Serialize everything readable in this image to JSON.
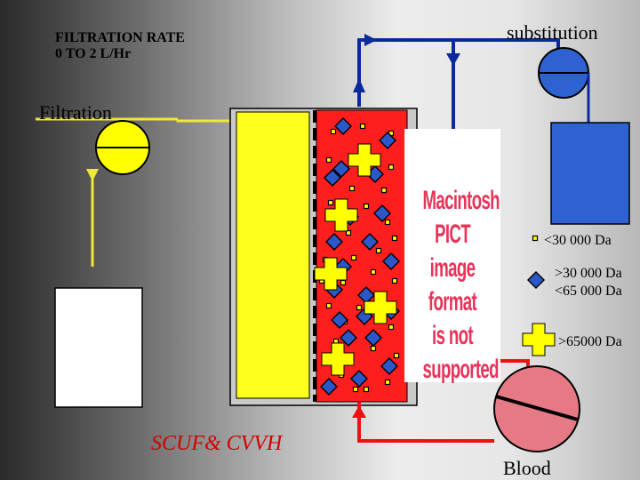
{
  "labels": {
    "rate_line1": "FILTRATION RATE",
    "rate_line2": "0 TO 2 L/Hr",
    "substitution": "substitution",
    "filtration": "Filtration",
    "title": "SCUF& CVVH",
    "blood": "Blood"
  },
  "legend": {
    "small": "<30 000 Da",
    "medium_line1": ">30 000 Da",
    "medium_line2": "<65 000 Da",
    "large": ">65000 Da"
  },
  "placeholder": {
    "line1": "Macintosh PICT",
    "line2": "image format",
    "line3": "is not supported"
  },
  "colors": {
    "blood_compartment": "#ff1e1e",
    "filtrate_compartment": "#ffff1e",
    "filtration_line": "#f0e63c",
    "substitution_line": "#0a2a9c",
    "substitution_bag": "#2e62d0",
    "blood_line": "#ee1111",
    "blood_pump": "#e67a84",
    "medium_molecule": "#2a58c8",
    "large_molecule": "#ffff00"
  },
  "icons": {
    "filtration_pump": "pump-circle-icon",
    "substitution_pump": "pump-circle-icon",
    "blood_pump": "pump-circle-icon",
    "small_molecule": "small-square-icon",
    "medium_molecule": "blue-diamond-icon",
    "large_molecule": "yellow-cross-icon"
  }
}
